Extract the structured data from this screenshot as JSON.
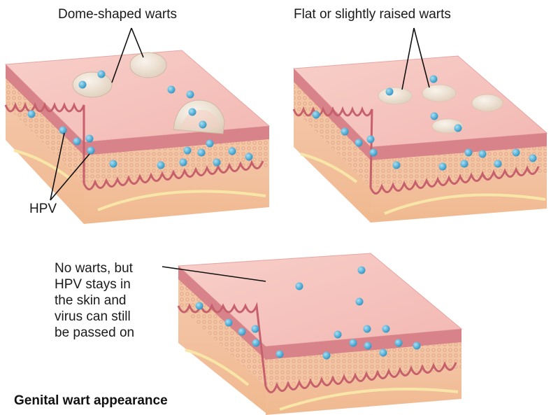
{
  "labels": {
    "dome_shaped": "Dome-shaped warts",
    "flat_raised": "Flat or slightly raised warts",
    "hpv": "HPV",
    "no_warts_lines": [
      "No warts, but",
      "HPV stays in",
      "the skin and",
      "virus can still",
      "be passed on"
    ]
  },
  "caption": "Genital wart appearance",
  "colors": {
    "skin_top": "#f6c2bd",
    "skin_edge": "#d9838b",
    "tissue": "#f4c7a9",
    "fat": "#f7e6a8",
    "virus": "#3aa6d1",
    "wart": "#efe3d5"
  }
}
